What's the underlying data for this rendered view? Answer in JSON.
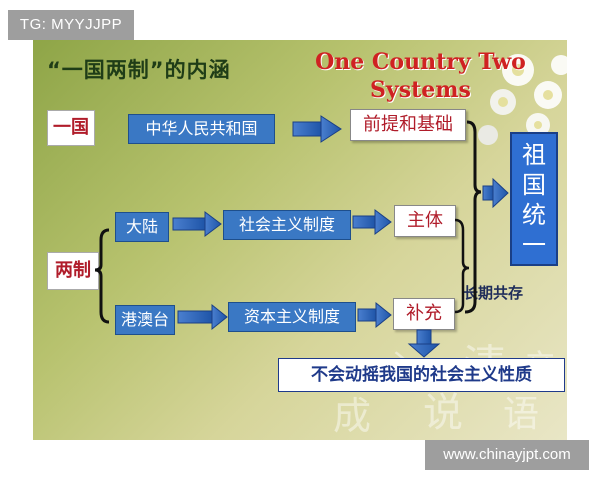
{
  "watermarks": {
    "top_left": "TG: MYYJJPP",
    "bottom_right": "www.chinayjpt.com"
  },
  "slide": {
    "title_cn": "“一国两制”的内涵",
    "title_en": "One Country Two Systems",
    "background_colors": [
      "#8ea547",
      "#b7c26e",
      "#d6d59a",
      "#e9e6c6"
    ],
    "decorative_glyphs": [
      "清",
      "说",
      "成",
      "语",
      "心",
      "亲"
    ]
  },
  "one_country": {
    "label": "一国",
    "subject": "中华人民共和国",
    "role": "前提和基础"
  },
  "two_systems": {
    "label": "两制",
    "mainland": {
      "region": "大陆",
      "system": "社会主义制度",
      "role": "主体"
    },
    "hk_macau_taiwan": {
      "region": "港澳台",
      "system": "资本主义制度",
      "role": "补充"
    },
    "relation": "长期共存",
    "result": "不会动摇我国的社会主义性质"
  },
  "goal": {
    "text": "祖国统一"
  },
  "colors": {
    "accent_blue": "#3a78c4",
    "goal_blue": "#2f6fd2",
    "label_red": "#b01c2a",
    "title_red": "#cf2222",
    "arrow_blue": "#2b62b8"
  }
}
